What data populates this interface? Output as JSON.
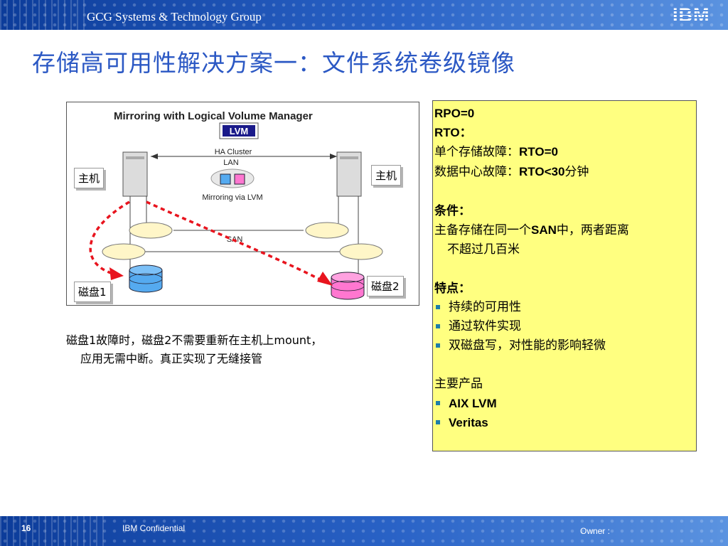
{
  "header": {
    "org": "GCG Systems & Technology Group",
    "logo": "IBM"
  },
  "title": "存储高可用性解决方案一：文件系统卷级镜像",
  "diagram": {
    "title": "Mirroring with Logical Volume Manager",
    "lvm_badge": "LVM",
    "ha_cluster": "HA Cluster",
    "lan": "LAN",
    "mirroring": "Mirroring via LVM",
    "san": "SAN",
    "host_left": "主机",
    "host_right": "主机",
    "disk1": "磁盘1",
    "disk2": "磁盘2",
    "colors": {
      "disk1": "#55aaf0",
      "disk2": "#ff77d0",
      "failover": "#e8141e"
    }
  },
  "caption": {
    "line1": "磁盘1故障时，磁盘2不需要重新在主机上mount，",
    "line2": "应用无需中断。真正实现了无缝接管"
  },
  "panel": {
    "rpo": "RPO=0",
    "rto": "RTO：",
    "single_fail_a": "单个存储故障：",
    "single_fail_b": "RTO=0",
    "dc_fail_a": "数据中心故障：",
    "dc_fail_b": "RTO<30",
    "dc_fail_c": "分钟",
    "cond_title": "条件：",
    "cond_1a": "主备存储在同一个",
    "cond_1b": "SAN",
    "cond_1c": "中，两者距离",
    "cond_2": "不超过几百米",
    "feat_title": "特点：",
    "feat_1": "持续的可用性",
    "feat_2": " 通过软件实现",
    "feat_3": " 双磁盘写，对性能的影响轻微",
    "prod_title": "主要产品",
    "prod_1": " AIX LVM",
    "prod_2": "Veritas"
  },
  "footer": {
    "page": "16",
    "confidential": "IBM Confidential",
    "owner": "Owner :"
  }
}
